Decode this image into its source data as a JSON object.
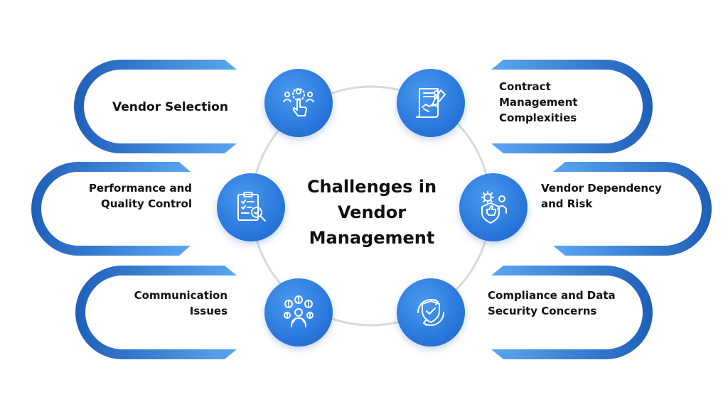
{
  "center": {
    "title_lines": [
      "Challenges in",
      "Vendor",
      "Management"
    ]
  },
  "items": [
    {
      "side": "left",
      "lines": [
        "Vendor Selection"
      ],
      "icon": "hand-pointer-people-icon"
    },
    {
      "side": "left",
      "lines": [
        "Performance and",
        "Quality Control"
      ],
      "icon": "clipboard-search-icon"
    },
    {
      "side": "left",
      "lines": [
        "Communication",
        "Issues"
      ],
      "icon": "person-alerts-icon"
    },
    {
      "side": "right",
      "lines": [
        "Contract",
        "Management",
        "Complexities"
      ],
      "icon": "contract-handshake-icon"
    },
    {
      "side": "right",
      "lines": [
        "Vendor Dependency",
        "and Risk"
      ],
      "icon": "gear-shield-thumbsup-icon"
    },
    {
      "side": "right",
      "lines": [
        "Compliance and Data",
        "Security Concerns"
      ],
      "icon": "shield-check-refresh-icon"
    }
  ],
  "colors": {
    "accent": "#2a78dc",
    "accent_dark": "#1f5fb8",
    "accent_light": "#5aa6f2",
    "ring": "#d9d9d9",
    "text": "#111111"
  }
}
